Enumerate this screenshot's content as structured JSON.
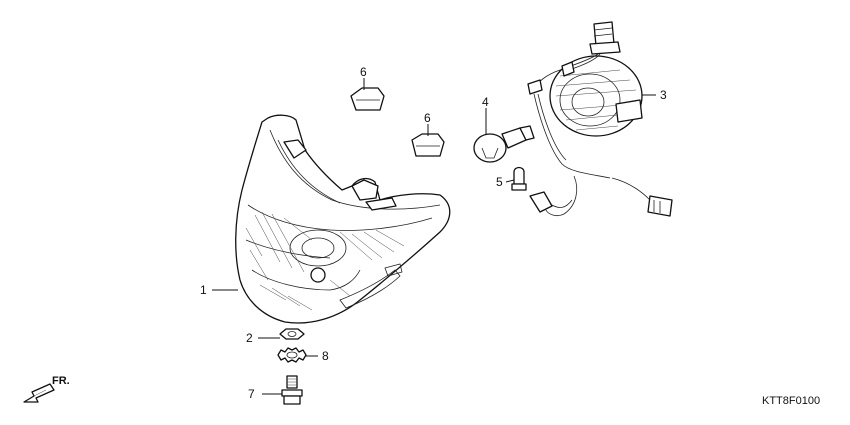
{
  "diagram": {
    "drawing_code": "KTT8F0100",
    "direction_label": "FR.",
    "callouts": [
      {
        "id": "1",
        "label": "1"
      },
      {
        "id": "2",
        "label": "2"
      },
      {
        "id": "3",
        "label": "3"
      },
      {
        "id": "4",
        "label": "4"
      },
      {
        "id": "5",
        "label": "5"
      },
      {
        "id": "6a",
        "label": "6"
      },
      {
        "id": "6b",
        "label": "6"
      },
      {
        "id": "7",
        "label": "7"
      },
      {
        "id": "8",
        "label": "8"
      }
    ]
  }
}
